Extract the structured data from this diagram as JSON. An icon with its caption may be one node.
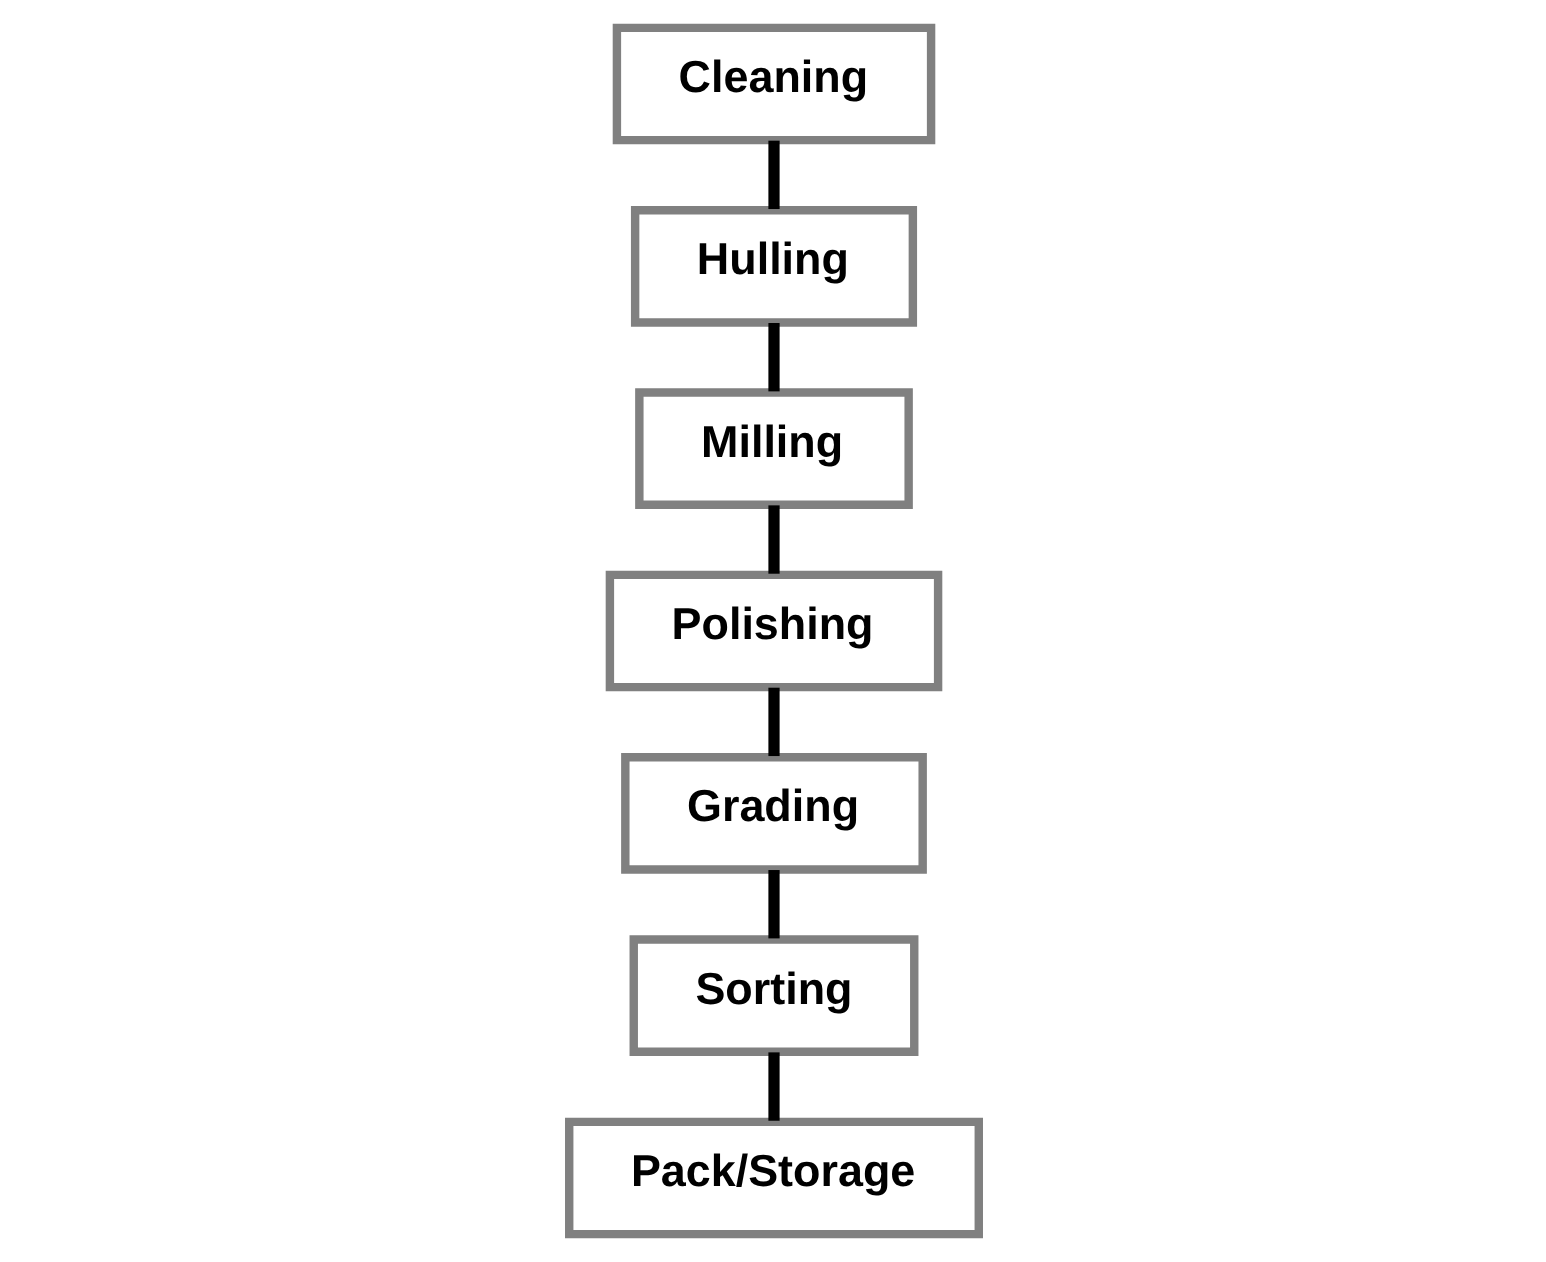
{
  "diagram": {
    "nodes": [
      {
        "text": [
          "Cleaning"
        ]
      },
      {
        "text": [
          "Hulling"
        ]
      },
      {
        "text": [
          "Milling"
        ]
      },
      {
        "text": [
          "Polishing"
        ]
      },
      {
        "text": [
          "Grading"
        ]
      },
      {
        "text": [
          "Sorting"
        ]
      },
      {
        "text": [
          "Pack/Storage"
        ]
      }
    ],
    "edges": [
      {
        "from": 0,
        "to": 1,
        "arrow": "none"
      },
      {
        "from": 1,
        "to": 2,
        "arrow": "none"
      },
      {
        "from": 2,
        "to": 3,
        "arrow": "none"
      },
      {
        "from": 3,
        "to": 4,
        "arrow": "none"
      },
      {
        "from": 4,
        "to": 5,
        "arrow": "none"
      },
      {
        "from": 5,
        "to": 6,
        "arrow": "none"
      }
    ]
  }
}
